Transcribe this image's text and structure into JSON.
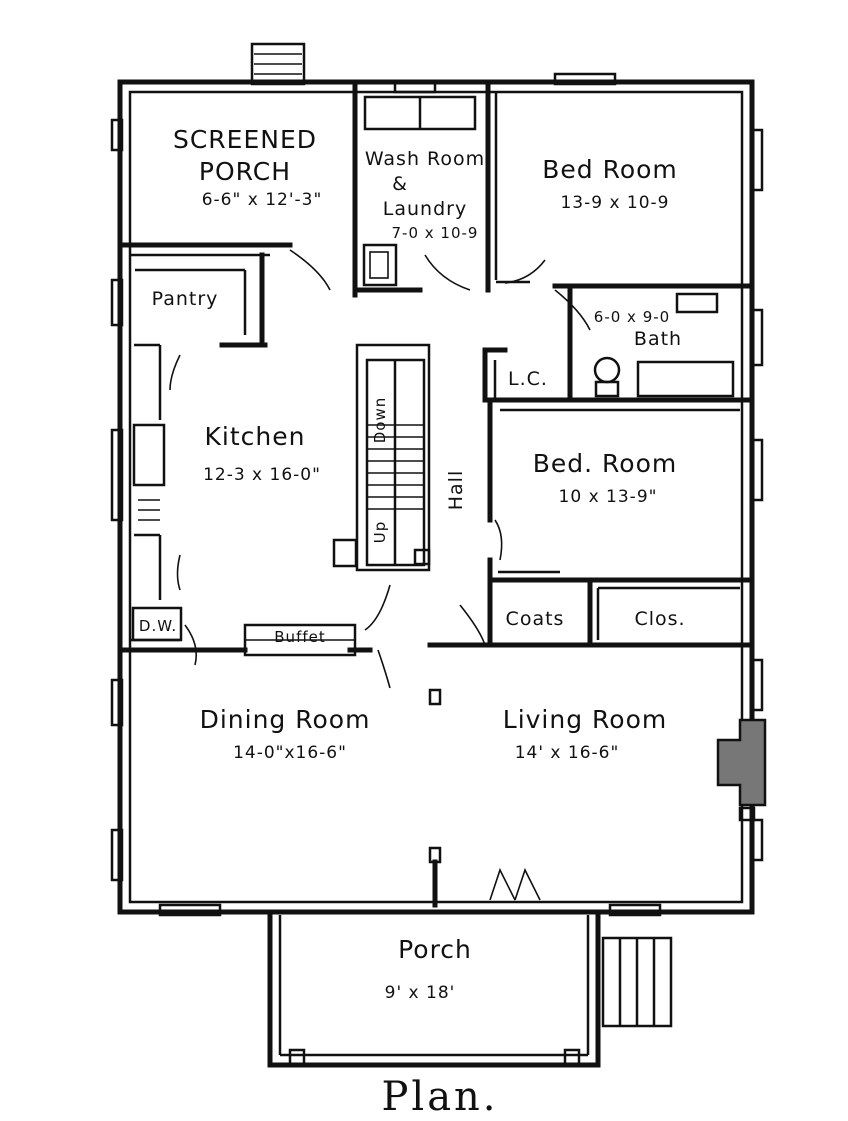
{
  "rooms": {
    "screened_porch": {
      "name": "Screened Porch",
      "size": "6-6\" x 12'-3\""
    },
    "wash_room": {
      "name_line1": "Wash Room",
      "name_line2": "&",
      "name_line3": "Laundry",
      "size": "7-0 x 10-9"
    },
    "bed_room_1": {
      "name": "Bed Room",
      "size": "13-9 x 10-9"
    },
    "pantry": {
      "name": "Pantry"
    },
    "bath": {
      "name": "Bath",
      "size": "6-0 x 9-0"
    },
    "linen_closet": {
      "name": "L.C."
    },
    "kitchen": {
      "name": "Kitchen",
      "size": "12-3 x 16-0\""
    },
    "stair_down": {
      "name": "Down"
    },
    "stair_up": {
      "name": "Up"
    },
    "hall": {
      "name": "Hall"
    },
    "bed_room_2": {
      "name": "Bed. Room",
      "size": "10 x 13-9\""
    },
    "coats": {
      "name": "Coats"
    },
    "clos": {
      "name": "Clos."
    },
    "dw": {
      "name": "D.W."
    },
    "buffet": {
      "name": "Buffet"
    },
    "dining_room": {
      "name": "Dining Room",
      "size": "14-0\"x16-6\""
    },
    "living_room": {
      "name": "Living Room",
      "size": "14' x 16-6\""
    },
    "porch": {
      "name": "Porch",
      "size": "9' x 18'"
    }
  },
  "title": "Plan."
}
